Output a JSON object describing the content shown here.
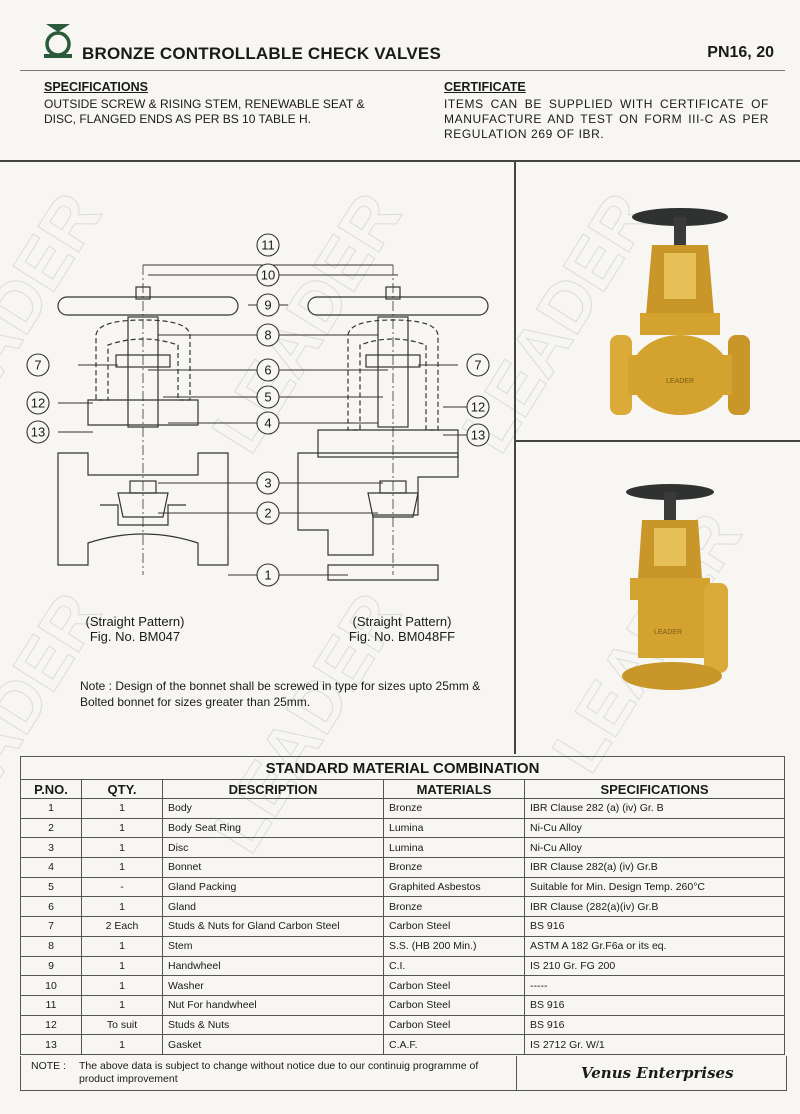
{
  "header": {
    "title": "BRONZE CONTROLLABLE CHECK VALVES",
    "pressure": "PN16, 20",
    "brand_color": "#2a5a3a"
  },
  "specifications": {
    "heading": "SPECIFICATIONS",
    "text": "OUTSIDE SCREW & RISING STEM, RENEWABLE SEAT & DISC, FLANGED ENDS AS PER BS 10 TABLE H."
  },
  "certificate": {
    "heading": "CERTIFICATE",
    "text": "ITEMS CAN BE SUPPLIED WITH CERTIFICATE OF MANUFACTURE AND TEST ON FORM III-C AS PER REGULATION 269 OF IBR."
  },
  "drawing": {
    "part_numbers": [
      "11",
      "10",
      "9",
      "8",
      "7",
      "6",
      "5",
      "4",
      "12",
      "13",
      "3",
      "2",
      "1"
    ],
    "left_caption_1": "(Straight Pattern)",
    "left_caption_2": "Fig. No. BM047",
    "right_caption_1": "(Straight Pattern)",
    "right_caption_2": "Fig. No. BM048FF"
  },
  "note": "Note : Design of the bonnet shall be screwed in type for sizes upto 25mm & Bolted bonnet for sizes greater than 25mm.",
  "photos": {
    "body_color": "#d4a22e",
    "handwheel_color": "#2f3230",
    "body_marking": "LEADER"
  },
  "watermark": "LEADER",
  "table": {
    "title": "STANDARD MATERIAL COMBINATION",
    "headers": [
      "P.NO.",
      "QTY.",
      "DESCRIPTION",
      "MATERIALS",
      "SPECIFICATIONS"
    ],
    "rows": [
      [
        "1",
        "1",
        "Body",
        "Bronze",
        "IBR Clause 282 (a) (iv) Gr. B"
      ],
      [
        "2",
        "1",
        "Body Seat Ring",
        "Lumina",
        "Ni-Cu Alloy"
      ],
      [
        "3",
        "1",
        "Disc",
        "Lumina",
        "Ni-Cu Alloy"
      ],
      [
        "4",
        "1",
        "Bonnet",
        "Bronze",
        "IBR Clause 282(a) (iv) Gr.B"
      ],
      [
        "5",
        "-",
        "Gland Packing",
        "Graphited Asbestos",
        "Suitable for Min. Design Temp. 260°C"
      ],
      [
        "6",
        "1",
        "Gland",
        "Bronze",
        "IBR Clause (282(a)(iv) Gr.B"
      ],
      [
        "7",
        "2 Each",
        "Studs & Nuts for Gland Carbon Steel",
        "Carbon Steel",
        "BS 916"
      ],
      [
        "8",
        "1",
        "Stem",
        "S.S. (HB 200 Min.)",
        "ASTM A 182 Gr.F6a or its eq."
      ],
      [
        "9",
        "1",
        "Handwheel",
        "C.I.",
        "IS 210 Gr. FG 200"
      ],
      [
        "10",
        "1",
        "Washer",
        "Carbon Steel",
        "-----"
      ],
      [
        "11",
        "1",
        "Nut For handwheel",
        "Carbon Steel",
        "BS 916"
      ],
      [
        "12",
        "To suit",
        "Studs & Nuts",
        "Carbon Steel",
        "BS 916"
      ],
      [
        "13",
        "1",
        "Gasket",
        "C.A.F.",
        "IS 2712 Gr. W/1"
      ]
    ]
  },
  "footer": {
    "label": "NOTE :",
    "text": "The above data is subject to change without notice due to our continuig programme of product improvement",
    "company": "Venus Enterprises"
  }
}
